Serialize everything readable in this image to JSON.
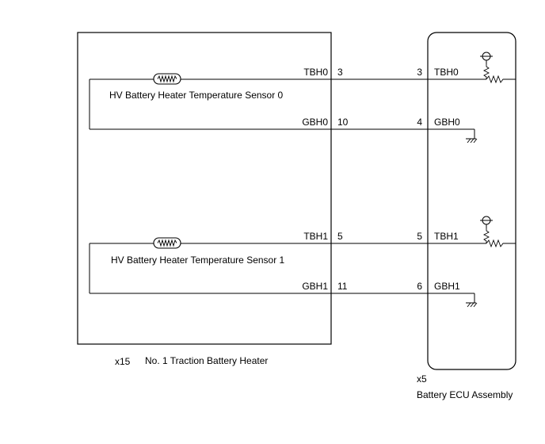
{
  "heater": {
    "code": "x15",
    "name": "No. 1 Traction Battery Heater",
    "sensor0_label": "HV Battery Heater Temperature Sensor 0",
    "sensor1_label": "HV Battery Heater Temperature Sensor 1",
    "pins": [
      {
        "signal": "TBH0",
        "pin": "3"
      },
      {
        "signal": "GBH0",
        "pin": "10"
      },
      {
        "signal": "TBH1",
        "pin": "5"
      },
      {
        "signal": "GBH1",
        "pin": "11"
      }
    ]
  },
  "ecu": {
    "code": "x5",
    "name": "Battery ECU Assembly",
    "pins": [
      {
        "signal": "TBH0",
        "pin": "3"
      },
      {
        "signal": "GBH0",
        "pin": "4"
      },
      {
        "signal": "TBH1",
        "pin": "5"
      },
      {
        "signal": "GBH1",
        "pin": "6"
      }
    ]
  },
  "icons": [
    "thermistor-icon",
    "ground-icon",
    "power-supply-icon",
    "resistor-icon"
  ]
}
